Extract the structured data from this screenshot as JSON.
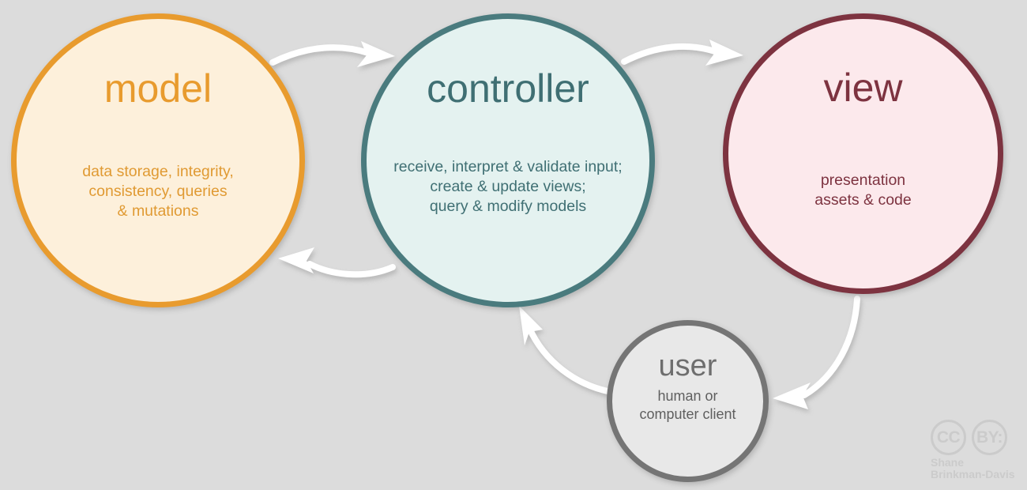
{
  "diagram": {
    "title": "MVC architecture diagram",
    "background_color": "#dcdcdc"
  },
  "nodes": [
    {
      "id": "model",
      "title": "model",
      "description": "data storage, integrity,\nconsistency, queries\n& mutations",
      "fill_color": "#fdf0db",
      "border_color": "#e89b2e",
      "text_color": "#e09a33"
    },
    {
      "id": "controller",
      "title": "controller",
      "description": "receive, interpret & validate input;\ncreate & update views;\nquery & modify models",
      "fill_color": "#e4f2f0",
      "border_color": "#4a7b7e",
      "text_color": "#3f6f73"
    },
    {
      "id": "view",
      "title": "view",
      "description": "presentation\nassets & code",
      "fill_color": "#fce9ec",
      "border_color": "#7d3340",
      "text_color": "#7d3340"
    },
    {
      "id": "user",
      "title": "user",
      "description": "human or\ncomputer client",
      "fill_color": "#e8e8e8",
      "border_color": "#757575",
      "text_color": "#5f5f5f"
    }
  ],
  "arrows": [
    {
      "id": "model-to-controller",
      "from": "model",
      "to": "controller",
      "color": "#ffffff"
    },
    {
      "id": "controller-to-model",
      "from": "controller",
      "to": "model",
      "color": "#ffffff"
    },
    {
      "id": "controller-to-view",
      "from": "controller",
      "to": "view",
      "color": "#ffffff"
    },
    {
      "id": "view-to-user",
      "from": "view",
      "to": "user",
      "color": "#ffffff"
    },
    {
      "id": "user-to-controller",
      "from": "user",
      "to": "controller",
      "color": "#ffffff"
    }
  ],
  "license": {
    "badge_cc": "CC",
    "badge_by": "BY:",
    "attribution": "Shane\nBrinkman-Davis",
    "color": "#cbcbcb"
  }
}
